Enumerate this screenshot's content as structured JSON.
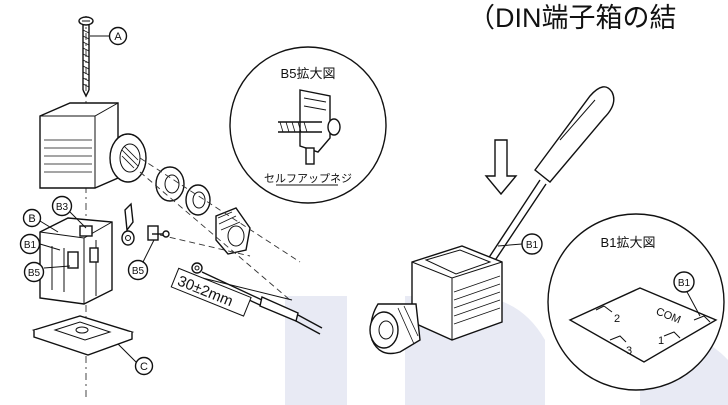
{
  "title": "（DIN端子箱の結",
  "callouts": {
    "a": "A",
    "b": "B",
    "b1": "B1",
    "b3": "B3",
    "b5": "B5",
    "c": "C"
  },
  "b5_detail": {
    "title": "B5拡大図",
    "caption": "セルフアップネジ"
  },
  "b1_detail": {
    "title": "B1拡大図",
    "callout": "B1",
    "terminals": [
      "2",
      "3",
      "1",
      "COM"
    ]
  },
  "dimension": "30±2mm",
  "colors": {
    "line": "#111111",
    "watermark": "#e8eaf4",
    "background": "#ffffff"
  }
}
